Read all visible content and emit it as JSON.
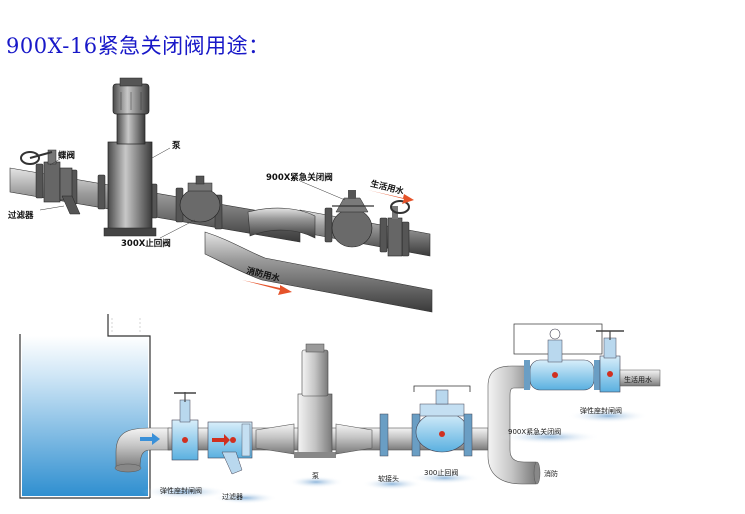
{
  "title": "900X-16紧急关闭阀用途：",
  "top_diagram": {
    "labels": {
      "butterfly_valve": "蝶阀",
      "filter": "过滤器",
      "pump": "泵",
      "check_valve": "300X止回阀",
      "emergency_valve": "900X紧急关闭阀",
      "domestic_water": "生活用水",
      "fire_water": "消防用水"
    }
  },
  "bottom_diagram": {
    "labels": {
      "elastic_gate_valve_left": "弹性座封闸阀",
      "filter": "过滤器",
      "pump": "泵",
      "soft_joint": "软接头",
      "check_valve": "300止回阀",
      "emergency_valve": "900X紧急关闭阀",
      "elastic_gate_valve_right": "弹性座封闸阀",
      "domestic_water": "生活用水",
      "fire": "消防"
    }
  }
}
